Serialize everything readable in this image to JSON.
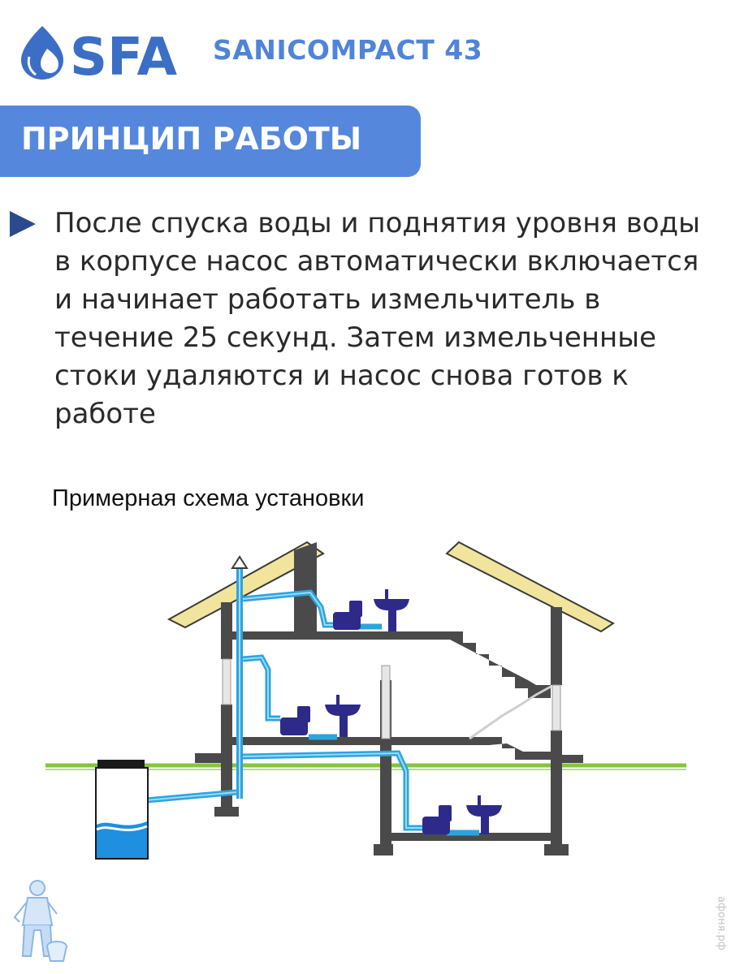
{
  "brand": {
    "name": "SFA",
    "product": "SANICOMPACT 43"
  },
  "section": {
    "title": "ПРИНЦИП РАБОТЫ"
  },
  "description": "После спуска воды и поднятия уровня воды в корпусе насос автоматически включается и начинает работать измельчитель в течение 25 секунд. Затем измельченные стоки удаляются и насос снова готов к работе",
  "diagram": {
    "caption": "Примерная схема установки"
  },
  "watermark": "афоня.рф",
  "colors": {
    "accent": "#5588dc",
    "brand": "#4f84d8",
    "pipe": "#2aa5df",
    "fixture": "#2e2a8a",
    "wall": "#4a4a4a",
    "roof": "#f1e49c",
    "ground": "#86c440",
    "water": "#1f8fe0"
  },
  "icons": [
    "water-drop-logo-icon",
    "triangle-bullet-icon",
    "plumber-mascot-icon"
  ]
}
